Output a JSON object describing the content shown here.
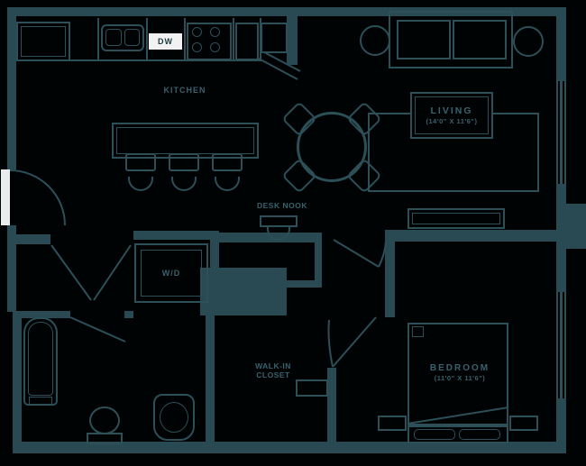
{
  "type": "floor-plan",
  "colors": {
    "background": "#000304",
    "wall_fill": "#294a52",
    "stroke": "#2c4f58",
    "label_text": "#3a626d",
    "dishwasher_box": "#f2f2f2",
    "open_door_leaf": "#e9ecec"
  },
  "labels": {
    "kitchen": "KITCHEN",
    "living": {
      "name": "LIVING",
      "dims": "(14'0\" X 11'6\")"
    },
    "desk_nook": "DESK NOOK",
    "washer_dryer": "W/D",
    "walk_in_closet": {
      "line1": "WALK-IN",
      "line2": "CLOSET"
    },
    "bedroom": {
      "name": "BEDROOM",
      "dims": "(11'0\" X 11'6\")"
    },
    "dishwasher": "DW"
  }
}
